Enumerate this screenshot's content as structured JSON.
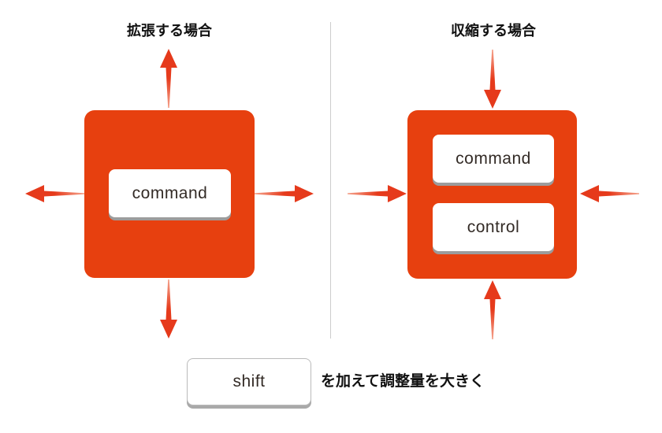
{
  "diagram": {
    "left_panel": {
      "title": "拡張する場合",
      "arrow_direction": "outward",
      "arrow_icons": [
        "arrow-up-icon",
        "arrow-left-icon",
        "arrow-right-icon",
        "arrow-down-icon"
      ],
      "keys": [
        {
          "label": "command"
        }
      ]
    },
    "right_panel": {
      "title": "収縮する場合",
      "arrow_direction": "inward",
      "arrow_icons": [
        "arrow-down-icon",
        "arrow-right-icon",
        "arrow-left-icon",
        "arrow-up-icon"
      ],
      "keys": [
        {
          "label": "command"
        },
        {
          "label": "control"
        }
      ]
    },
    "footer": {
      "key_label": "shift",
      "caption": "を加えて調整量を大きく"
    },
    "colors": {
      "box_fill": "#E7400F",
      "arrow_fill": "#E5391B",
      "arrow_tail_fade": "#F5A48E",
      "key_shadow": "#9C9C9C",
      "divider": "#CCCCCC",
      "text": "#111111"
    }
  }
}
